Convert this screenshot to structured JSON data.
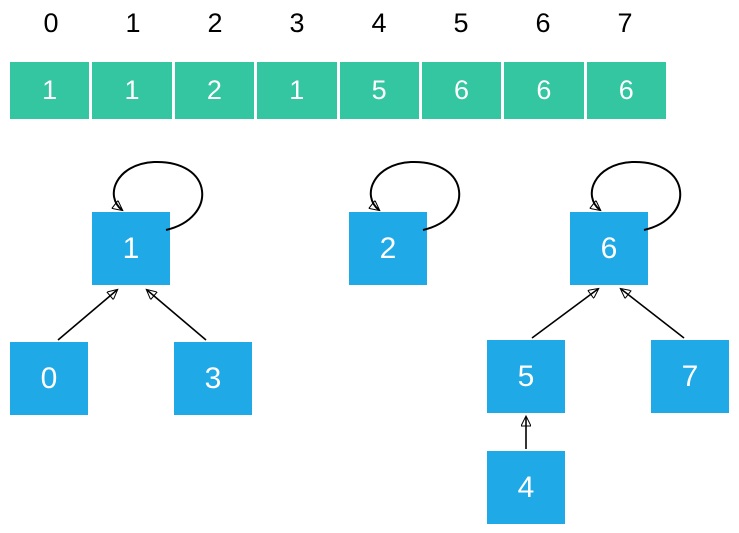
{
  "colors": {
    "array_fill": "#33c6a1",
    "node_fill": "#1fa9e6",
    "text_light": "#ffffff",
    "text_dark": "#000000",
    "arrow_color": "#000000"
  },
  "array": {
    "indices": [
      "0",
      "1",
      "2",
      "3",
      "4",
      "5",
      "6",
      "7"
    ],
    "values": [
      "1",
      "1",
      "2",
      "1",
      "5",
      "6",
      "6",
      "6"
    ]
  },
  "nodes": {
    "n0": "0",
    "n1": "1",
    "n2": "2",
    "n3": "3",
    "n4": "4",
    "n5": "5",
    "n6": "6",
    "n7": "7"
  },
  "edges": [
    {
      "child": "0",
      "parent": "1",
      "self_loop": false
    },
    {
      "child": "3",
      "parent": "1",
      "self_loop": false
    },
    {
      "child": "1",
      "parent": "1",
      "self_loop": true
    },
    {
      "child": "2",
      "parent": "2",
      "self_loop": true
    },
    {
      "child": "5",
      "parent": "6",
      "self_loop": false
    },
    {
      "child": "7",
      "parent": "6",
      "self_loop": false
    },
    {
      "child": "4",
      "parent": "5",
      "self_loop": false
    },
    {
      "child": "6",
      "parent": "6",
      "self_loop": true
    }
  ]
}
